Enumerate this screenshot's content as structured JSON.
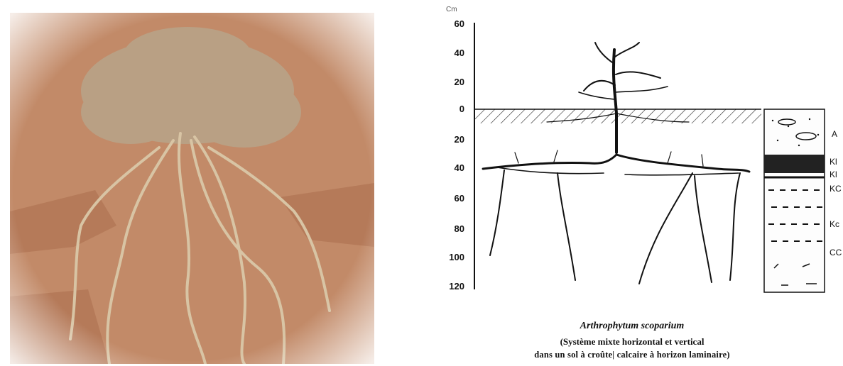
{
  "photo": {
    "soil_color": "#c28a68",
    "soil_dark": "#a8694a",
    "shrub_color": "#b8a48a",
    "root_color": "#d8c4a4"
  },
  "diagram": {
    "unit_label": "Cm",
    "y_ticks": [
      "60",
      "40",
      "20",
      "0",
      "20",
      "40",
      "60",
      "80",
      "100",
      "120"
    ],
    "horizons": [
      "A",
      "Kl",
      "Kl",
      "KC",
      "Kc",
      "CC"
    ]
  },
  "caption": {
    "species": "Arthrophytum scoparium",
    "line1": "(Système mixte horizontal et vertical",
    "line2": "dans un sol à croûte| calcaire à horizon laminaire)"
  }
}
